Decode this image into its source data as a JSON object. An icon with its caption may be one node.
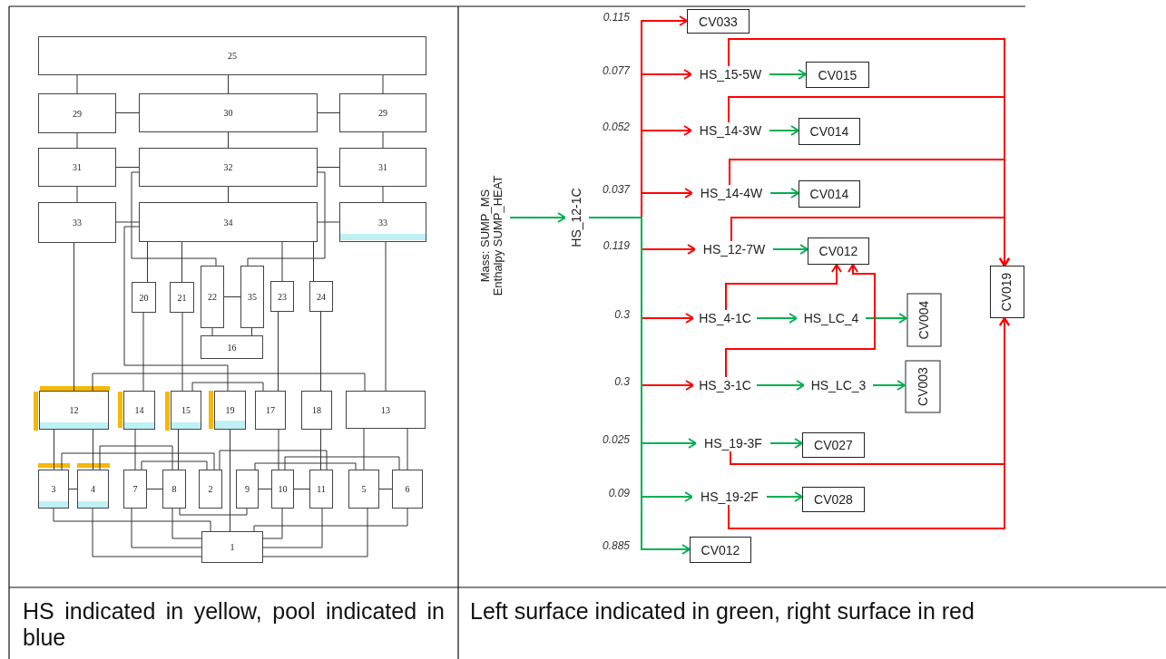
{
  "diagram": {
    "nodes": [
      {
        "text": [
          "25"
        ]
      },
      {
        "text": [
          "29"
        ]
      },
      {
        "text": [
          "30"
        ]
      },
      {
        "text": [
          "29"
        ]
      },
      {
        "text": [
          "31"
        ]
      },
      {
        "text": [
          "32"
        ]
      },
      {
        "text": [
          "31"
        ]
      },
      {
        "text": [
          "33"
        ]
      },
      {
        "text": [
          "34"
        ]
      },
      {
        "text": [
          "33"
        ]
      },
      {
        "text": [
          "20"
        ]
      },
      {
        "text": [
          "21"
        ]
      },
      {
        "text": [
          "22"
        ]
      },
      {
        "text": [
          "35"
        ]
      },
      {
        "text": [
          "23"
        ]
      },
      {
        "text": [
          "24"
        ]
      },
      {
        "text": [
          "16"
        ]
      },
      {
        "text": [
          "12"
        ]
      },
      {
        "text": [
          "14"
        ]
      },
      {
        "text": [
          "15"
        ]
      },
      {
        "text": [
          "19"
        ]
      },
      {
        "text": [
          "17"
        ]
      },
      {
        "text": [
          "18"
        ]
      },
      {
        "text": [
          "13"
        ]
      },
      {
        "text": [
          "3"
        ]
      },
      {
        "text": [
          "4"
        ]
      },
      {
        "text": [
          "7"
        ]
      },
      {
        "text": [
          "8"
        ]
      },
      {
        "text": [
          "2"
        ]
      },
      {
        "text": [
          "9"
        ]
      },
      {
        "text": [
          "10"
        ]
      },
      {
        "text": [
          "11"
        ]
      },
      {
        "text": [
          "5"
        ]
      },
      {
        "text": [
          "6"
        ]
      },
      {
        "text": [
          "1"
        ]
      },
      {
        "text": [
          "Mass: SUMP_MS Enthalpy SUMP_HEAT"
        ]
      },
      {
        "text": [
          "HS_12-1C"
        ]
      },
      {
        "text": [
          "CV033"
        ]
      },
      {
        "text": [
          "HS_15-5W"
        ]
      },
      {
        "text": [
          "CV015"
        ]
      },
      {
        "text": [
          "HS_14-3W"
        ]
      },
      {
        "text": [
          "CV014"
        ]
      },
      {
        "text": [
          "HS_14-4W"
        ]
      },
      {
        "text": [
          "CV014"
        ]
      },
      {
        "text": [
          "HS_12-7W"
        ]
      },
      {
        "text": [
          "CV012"
        ]
      },
      {
        "text": [
          "HS_4-1C"
        ]
      },
      {
        "text": [
          "HS_LC_4"
        ]
      },
      {
        "text": [
          "CV004"
        ]
      },
      {
        "text": [
          "HS_3-1C"
        ]
      },
      {
        "text": [
          "HS_LC_3"
        ]
      },
      {
        "text": [
          "CV003"
        ]
      },
      {
        "text": [
          "HS_19-3F"
        ]
      },
      {
        "text": [
          "CV027"
        ]
      },
      {
        "text": [
          "HS_19-2F"
        ]
      },
      {
        "text": [
          "CV028"
        ]
      },
      {
        "text": [
          "CV019"
        ]
      },
      {
        "text": [
          "CV012"
        ]
      }
    ],
    "edges": [
      {
        "from": 0,
        "to": 1,
        "arrow": "none"
      },
      {
        "from": 0,
        "to": 2,
        "arrow": "none"
      },
      {
        "from": 0,
        "to": 3,
        "arrow": "none"
      },
      {
        "from": 1,
        "to": 2,
        "arrow": "none"
      },
      {
        "from": 2,
        "to": 3,
        "arrow": "none"
      },
      {
        "from": 1,
        "to": 4,
        "arrow": "none"
      },
      {
        "from": 2,
        "to": 5,
        "arrow": "none"
      },
      {
        "from": 3,
        "to": 6,
        "arrow": "none"
      },
      {
        "from": 4,
        "to": 5,
        "arrow": "none"
      },
      {
        "from": 5,
        "to": 6,
        "arrow": "none"
      },
      {
        "from": 4,
        "to": 7,
        "arrow": "none"
      },
      {
        "from": 5,
        "to": 8,
        "arrow": "none"
      },
      {
        "from": 6,
        "to": 9,
        "arrow": "none"
      },
      {
        "from": 7,
        "to": 8,
        "arrow": "none"
      },
      {
        "from": 8,
        "to": 9,
        "arrow": "none"
      },
      {
        "from": 7,
        "to": 17,
        "arrow": "none"
      },
      {
        "from": 9,
        "to": 23,
        "arrow": "none"
      },
      {
        "from": 8,
        "to": 10,
        "arrow": "none"
      },
      {
        "from": 8,
        "to": 11,
        "arrow": "none"
      },
      {
        "from": 8,
        "to": 14,
        "arrow": "none"
      },
      {
        "from": 8,
        "to": 15,
        "arrow": "none"
      },
      {
        "from": 12,
        "to": 13,
        "arrow": "none"
      },
      {
        "from": 12,
        "to": 16,
        "arrow": "none"
      },
      {
        "from": 13,
        "to": 16,
        "arrow": "none"
      },
      {
        "from": 5,
        "to": 12,
        "arrow": "none"
      },
      {
        "from": 5,
        "to": 13,
        "arrow": "none"
      },
      {
        "from": 8,
        "to": 20,
        "arrow": "none"
      },
      {
        "from": 10,
        "to": 18,
        "arrow": "none"
      },
      {
        "from": 11,
        "to": 19,
        "arrow": "none"
      },
      {
        "from": 14,
        "to": 21,
        "arrow": "none"
      },
      {
        "from": 15,
        "to": 22,
        "arrow": "none"
      },
      {
        "from": 17,
        "to": 23,
        "arrow": "none"
      },
      {
        "from": 19,
        "to": 21,
        "arrow": "none"
      },
      {
        "from": 17,
        "to": 24,
        "arrow": "none"
      },
      {
        "from": 17,
        "to": 25,
        "arrow": "none"
      },
      {
        "from": 18,
        "to": 26,
        "arrow": "none"
      },
      {
        "from": 19,
        "to": 27,
        "arrow": "none"
      },
      {
        "from": 21,
        "to": 30,
        "arrow": "none"
      },
      {
        "from": 22,
        "to": 31,
        "arrow": "none"
      },
      {
        "from": 23,
        "to": 32,
        "arrow": "none"
      },
      {
        "from": 23,
        "to": 33,
        "arrow": "none"
      },
      {
        "from": 20,
        "to": 34,
        "arrow": "none"
      },
      {
        "from": 24,
        "to": 25,
        "arrow": "none"
      },
      {
        "from": 26,
        "to": 27,
        "arrow": "none"
      },
      {
        "from": 29,
        "to": 30,
        "arrow": "none"
      },
      {
        "from": 30,
        "to": 31,
        "arrow": "none"
      },
      {
        "from": 32,
        "to": 33,
        "arrow": "none"
      },
      {
        "from": 25,
        "to": 27,
        "arrow": "none"
      },
      {
        "from": 24,
        "to": 28,
        "arrow": "none"
      },
      {
        "from": 26,
        "to": 28,
        "arrow": "none"
      },
      {
        "from": 28,
        "to": 31,
        "arrow": "none"
      },
      {
        "from": 29,
        "to": 32,
        "arrow": "none"
      },
      {
        "from": 30,
        "to": 33,
        "arrow": "none"
      },
      {
        "from": 24,
        "to": 34,
        "arrow": "none"
      },
      {
        "from": 25,
        "to": 34,
        "arrow": "none"
      },
      {
        "from": 26,
        "to": 34,
        "arrow": "none"
      },
      {
        "from": 27,
        "to": 34,
        "arrow": "none"
      },
      {
        "from": 30,
        "to": 34,
        "arrow": "none"
      },
      {
        "from": 31,
        "to": 34,
        "arrow": "none"
      },
      {
        "from": 32,
        "to": 34,
        "arrow": "none"
      },
      {
        "from": 33,
        "to": 34,
        "arrow": "none"
      },
      {
        "from": 27,
        "to": 29,
        "arrow": "none"
      },
      {
        "from": 35,
        "to": 36,
        "arrow": "to",
        "color": "#00b050"
      },
      {
        "from": 36,
        "to": 37,
        "arrow": "to",
        "label": "0.115",
        "color": "#ff0000"
      },
      {
        "from": 36,
        "to": 38,
        "arrow": "to",
        "label": "0.077",
        "color": "#ff0000"
      },
      {
        "from": 36,
        "to": 40,
        "arrow": "to",
        "label": "0.052",
        "color": "#ff0000"
      },
      {
        "from": 36,
        "to": 42,
        "arrow": "to",
        "label": "0.037",
        "color": "#ff0000"
      },
      {
        "from": 36,
        "to": 44,
        "arrow": "to",
        "label": "0.119",
        "color": "#ff0000"
      },
      {
        "from": 36,
        "to": 46,
        "arrow": "to",
        "label": "0.3",
        "color": "#ff0000"
      },
      {
        "from": 36,
        "to": 49,
        "arrow": "to",
        "label": "0.3",
        "color": "#ff0000"
      },
      {
        "from": 36,
        "to": 52,
        "arrow": "to",
        "label": "0.025",
        "color": "#00b050"
      },
      {
        "from": 36,
        "to": 54,
        "arrow": "to",
        "label": "0.09",
        "color": "#00b050"
      },
      {
        "from": 36,
        "to": 57,
        "arrow": "to",
        "label": "0.885",
        "color": "#00b050"
      },
      {
        "from": 38,
        "to": 39,
        "arrow": "to",
        "color": "#00b050"
      },
      {
        "from": 40,
        "to": 41,
        "arrow": "to",
        "color": "#00b050"
      },
      {
        "from": 42,
        "to": 43,
        "arrow": "to",
        "color": "#00b050"
      },
      {
        "from": 44,
        "to": 45,
        "arrow": "to",
        "color": "#00b050"
      },
      {
        "from": 46,
        "to": 47,
        "arrow": "to",
        "color": "#00b050"
      },
      {
        "from": 47,
        "to": 48,
        "arrow": "to",
        "color": "#00b050"
      },
      {
        "from": 49,
        "to": 50,
        "arrow": "to",
        "color": "#00b050"
      },
      {
        "from": 50,
        "to": 51,
        "arrow": "to",
        "color": "#00b050"
      },
      {
        "from": 52,
        "to": 53,
        "arrow": "to",
        "color": "#00b050"
      },
      {
        "from": 54,
        "to": 55,
        "arrow": "to",
        "color": "#00b050"
      },
      {
        "from": 38,
        "to": 56,
        "arrow": "to",
        "color": "#ff0000"
      },
      {
        "from": 40,
        "to": 56,
        "arrow": "to",
        "color": "#ff0000"
      },
      {
        "from": 42,
        "to": 56,
        "arrow": "to",
        "color": "#ff0000"
      },
      {
        "from": 44,
        "to": 56,
        "arrow": "to",
        "color": "#ff0000"
      },
      {
        "from": 46,
        "to": 45,
        "arrow": "to",
        "color": "#ff0000"
      },
      {
        "from": 49,
        "to": 45,
        "arrow": "to",
        "color": "#ff0000"
      },
      {
        "from": 52,
        "to": 56,
        "arrow": "to",
        "color": "#ff0000"
      },
      {
        "from": 54,
        "to": 56,
        "arrow": "to",
        "color": "#ff0000"
      }
    ],
    "labels": [
      "HS indicated in yellow, pool indicated in blue",
      "Left surface indicated in green, right surface in red"
    ]
  }
}
